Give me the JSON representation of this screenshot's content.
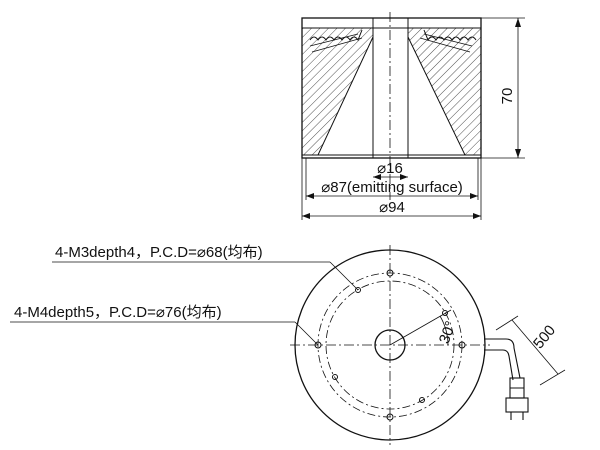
{
  "drawing": {
    "dims": {
      "height": "70",
      "bore": "⌀16",
      "emit": "⌀87(emitting surface)",
      "outer": "⌀94"
    },
    "notes": {
      "m3": "4-M3depth4，P.C.D=⌀68(均布)",
      "m4": "4-M4depth5，P.C.D=⌀76(均布)"
    },
    "angle": "30°",
    "cable": "500"
  }
}
